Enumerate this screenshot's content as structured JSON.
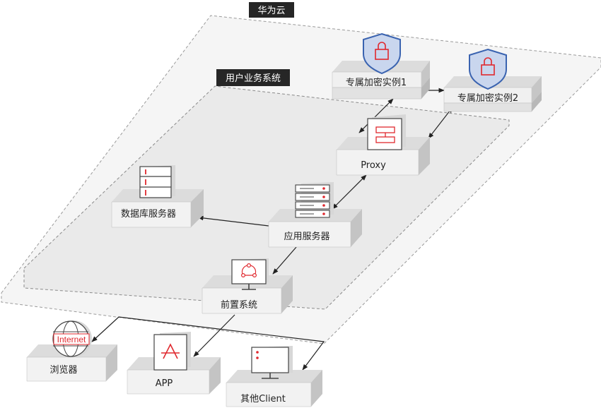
{
  "regions": {
    "cloud_label": "华为云",
    "business_label": "用户业务系统"
  },
  "nodes": {
    "kms1": "专属加密实例1",
    "kms2": "专属加密实例2",
    "proxy": "Proxy",
    "db": "数据库服务器",
    "app_server": "应用服务器",
    "frontend": "前置系统",
    "browser": "浏览器",
    "internet_text": "Internet",
    "app": "APP",
    "client": "其他Client"
  },
  "colors": {
    "accent": "#e0282e",
    "tag_bg": "#262626",
    "shield": "#3a63b0",
    "shield_fill": "#c9d6ee"
  }
}
